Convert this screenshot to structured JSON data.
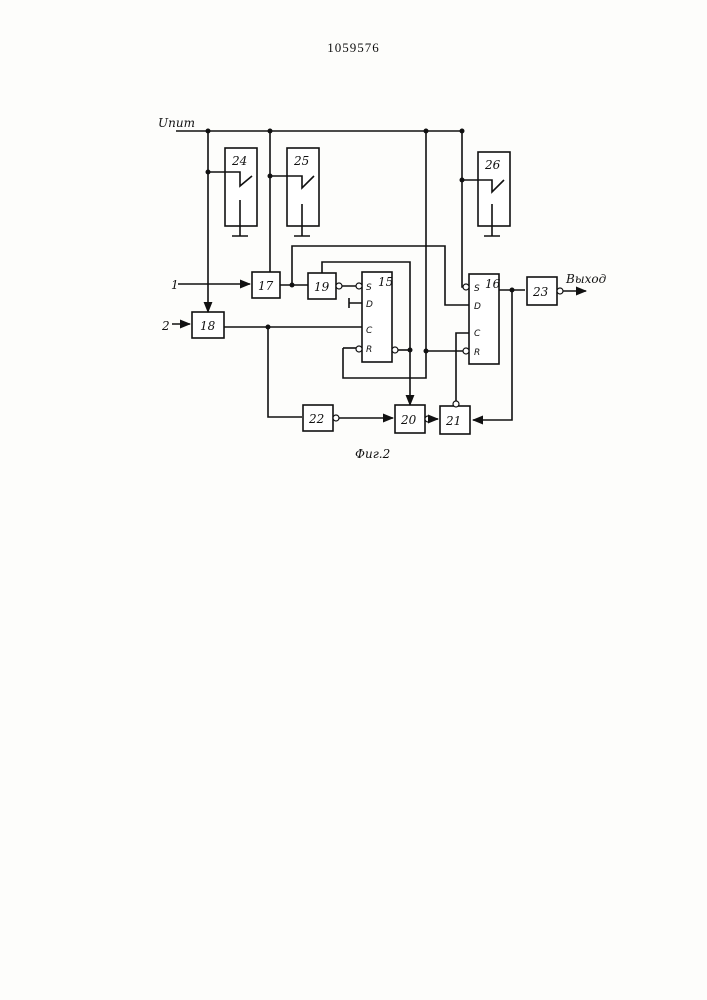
{
  "header": {
    "doc_number": "1059576"
  },
  "diagram": {
    "supply_label": "Uпит",
    "output_label": "Выход",
    "caption": "Фиг.2",
    "inputs": [
      "1",
      "2"
    ],
    "blocks": {
      "b15": "15",
      "b16": "16",
      "b17": "17",
      "b18": "18",
      "b19": "19",
      "b20": "20",
      "b21": "21",
      "b22": "22",
      "b23": "23",
      "b24": "24",
      "b25": "25",
      "b26": "26"
    },
    "pins": {
      "s": "S",
      "d": "D",
      "c": "C",
      "r": "R"
    }
  }
}
